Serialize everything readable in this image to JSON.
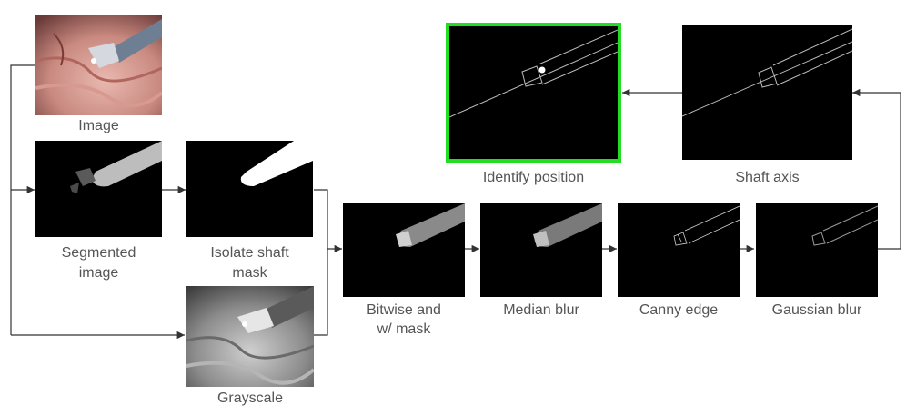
{
  "steps": {
    "image": "Image",
    "segmented_line1": "Segmented",
    "segmented_line2": "image",
    "isolate_line1": "Isolate shaft",
    "isolate_line2": "mask",
    "grayscale": "Grayscale",
    "bitwise_line1": "Bitwise and",
    "bitwise_line2": "w/ mask",
    "median": "Median blur",
    "canny": "Canny edge",
    "gaussian": "Gaussian blur",
    "shaft_axis": "Shaft axis",
    "identify": "Identify position"
  },
  "colors": {
    "highlight_border": "#22dd22",
    "connector": "#333333",
    "label_text": "#555555"
  }
}
